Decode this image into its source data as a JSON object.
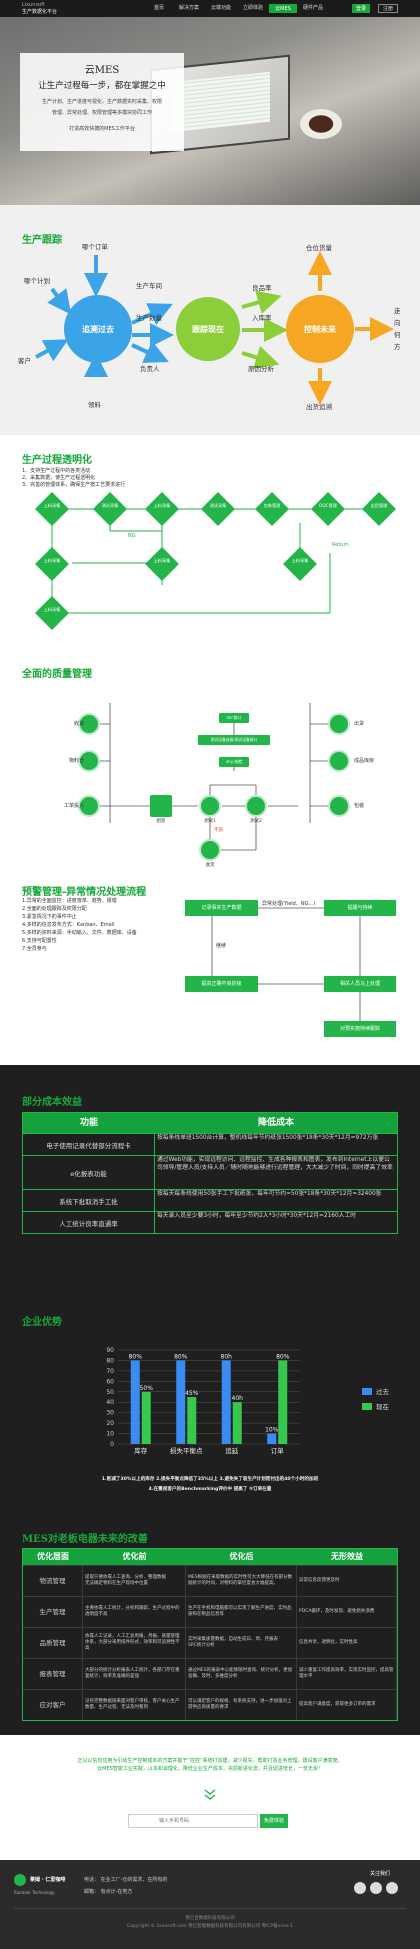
{
  "nav": {
    "logo_en": "Lixunsoft",
    "logo_cn": "生产数据化平台",
    "items": [
      "首页",
      "解决方案",
      "云端功能",
      "立即体验",
      "云MES",
      "硬件产品"
    ],
    "btn_login": "登录",
    "btn_register": "注册"
  },
  "hero": {
    "title": "云MES",
    "subtitle": "让生产过程每一步，都在掌握之中",
    "desc1": "生产计划、生产进度可视化、生产数据实时采集、权限",
    "desc2": "管理、异常处理、权限管理等多模块协同工作",
    "cta": "打造高效快捷的MES工作平台"
  },
  "track": {
    "title": "生产跟踪",
    "left_labels": [
      "哪个订单",
      "哪个计划",
      "客户",
      "领料"
    ],
    "mid_labels": [
      "生产车间",
      "生产数量",
      "负责人"
    ],
    "right_labels": [
      "良品率",
      "入库率",
      "原因分析"
    ],
    "out_labels": [
      "仓位货量",
      "出货追溯",
      "走向何方"
    ],
    "c1": "追溯过去",
    "c2": "跟踪现在",
    "c3": "控制未来"
  },
  "flow": {
    "title": "生产过程透明化",
    "points": [
      "1、支持生产过程中的各类活动",
      "2、采集数据，使生产过程透明化",
      "3、完善的管理体系，确保生产按工艺要求进行"
    ],
    "row1": [
      "上料采集",
      "测试采集",
      "上料采集",
      "测试采集",
      "包装管理",
      "OQC管理",
      "出货管理"
    ],
    "row2": [
      "上料采集",
      "上料采集",
      "上料采集"
    ],
    "row3": [
      "上料采集"
    ],
    "ng": "NG",
    "rework": "Return"
  },
  "quality": {
    "title": "全面的质量管理",
    "left": [
      "收货",
      "物料仓",
      "工单投入"
    ],
    "top": [
      "SPC统计",
      "测试设备连接/测试设备接口",
      "IPQC抽检"
    ],
    "mid": [
      "组装",
      "测试1",
      "测试2",
      "收货"
    ],
    "right": [
      "出货",
      "成品库房",
      "包装"
    ],
    "ng": "不良"
  },
  "alert": {
    "title": "预警管理-异常情况处理流程",
    "items": [
      "1.异常的全面监控：进度落单、趋势、报错",
      "2.全面的处理跟踪及权限分配",
      "3.紧急情况下的事件中止",
      "4.多样的信息发布方式：Kanban、Email",
      "5.多样的资料来源：手动输入、文件、数据库、设备",
      "6.支持可配置性",
      "7.全员参与"
    ],
    "b1": "记录事实生产数据",
    "b2": "提醒与持续",
    "b3": "相关人员马上处理",
    "b4": "提高正确不良的级",
    "b5": "对预实施持续跟踪",
    "l1": "异常处理(Yield、NG...)",
    "l2": "继续"
  },
  "cost": {
    "title": "部分成本效益",
    "head": [
      "功能",
      "降低成本"
    ],
    "rows": [
      [
        "电子使用记录代替部分流程卡",
        "按每条线单班1500台计算，整机线每年节约纸张1500张*18条*30天*12月=972万张"
      ],
      [
        "e化报表功能",
        "通过Web功能，实现远程访问、远程监控、生成各种报表和图表，发布到Internet上以便公司领导/管理人员/支持人员／随时随地能够进行远程管理，大大减少了时间，同时提高了效率"
      ],
      [
        "系统下批取消手工批",
        "按每天每条线使用50张手工下批纸张，每年可节约=50张*18条*30天*12月=32400张"
      ],
      [
        "人工统计良率直通率",
        "每天录入员至少要3小时，每年至少节约2人*3小时*30天*12月=2160人工时"
      ]
    ]
  },
  "chart_data": {
    "type": "bar",
    "categories": [
      "库存",
      "损失平衡点",
      "追延",
      "订单"
    ],
    "series": [
      {
        "name": "过去",
        "values": [
          80,
          80,
          80,
          10
        ]
      },
      {
        "name": "现在",
        "values": [
          50,
          45,
          40,
          80
        ]
      }
    ],
    "ylim": [
      0,
      90
    ],
    "yticks": [
      0,
      10,
      20,
      30,
      40,
      50,
      60,
      70,
      80,
      90
    ],
    "data_labels": [
      [
        "80%",
        "50%"
      ],
      [
        "80%",
        "45%"
      ],
      [
        "80h",
        "40h"
      ],
      [
        "10%",
        "80%"
      ]
    ],
    "title": "",
    "xlabel": "",
    "ylabel": ""
  },
  "benefit": {
    "title": "企业优势",
    "line1": "1.削减了30%以上的库存   2.损失平衡点降低了35%以上   3.避免失了吸生产计划而付出的40个小时的加班",
    "line2": "4.在重视客户的Benchmarking评价中 提高了 ⑤订单在量"
  },
  "compare": {
    "title": "MES对老板电器未来的改善",
    "head": [
      "优化层面",
      "优化前",
      "优化后",
      "无形效益"
    ],
    "rows": [
      [
        "物流管理",
        "提取只要依靠人工查询、分析、整理数据\n无法确定物料在生产现场中位置",
        "MES根据在采取数据的实时性可大大降低在有部分数据统计的时间，对物料的掌控度会大幅提高。",
        "异常信息反馈更及时"
      ],
      [
        "生产管理",
        "主要依靠人工统计，分析和跟踪，生产过程中的透明度不高",
        "生产在手机和电脑都可以实现了解生产进度，实时品质和在制品信息等",
        "PDCA循环，及时发现、避免损失浪费"
      ],
      [
        "品质管理",
        "依靠人工记录，人工汇总周报，月报，质量管理体系，大部分采用纸件形式，效率和可追溯性不高",
        "实时采集质量数据，自动生成日、周、月报表\nSPC统计分析",
        "信息共享，透明化，实时性高"
      ],
      [
        "报表管理",
        "大部分的统计分析报表人工统计，各部门存在重复统计，效率及准确的差强",
        "通过MES的报表中心能够随时查询、统计分析，更加准确、及时、多维度分析",
        "减少重复工作提高效率，实现实时监控，提高管理水平"
      ],
      [
        "应对客户",
        "没有完整数据链来面对客户审核，客户关心生产数量、生产过程、无法及时看到",
        "可以满足客户的规格、有系统支持，进一步加强对上游供应商质量的要求",
        "提高客户满意度，获取更多订单的需求"
      ]
    ]
  },
  "cta": {
    "text1": "正以以信息应用为引动生产控制成本的方案并基于“控控”系统打造建，减少报失，帮助打造业务管理，建设客户满意度。",
    "text2": "云MES智能工业实践，以本和谈理化，降低企业生产成本，完前新进化流，并且促进增长，一览无余！",
    "input": "输入手机号码",
    "submit": "免费体验"
  },
  "footer": {
    "brand": "莱姆 · 仁爱咖啡",
    "brand_en": "Rambler Technology",
    "col1": "电话：  在业工厂-仓的需求、在所有的",
    "col2": "邮箱：  有点计-在地方",
    "qr_title": "关注我们",
    "copy1": "莱亿合数据科技有限公司",
    "copy2": "Copyright © lixunsoft.com 莱亿智能数据科技有限公司有限公司 粤ICP备xxxx-1"
  }
}
